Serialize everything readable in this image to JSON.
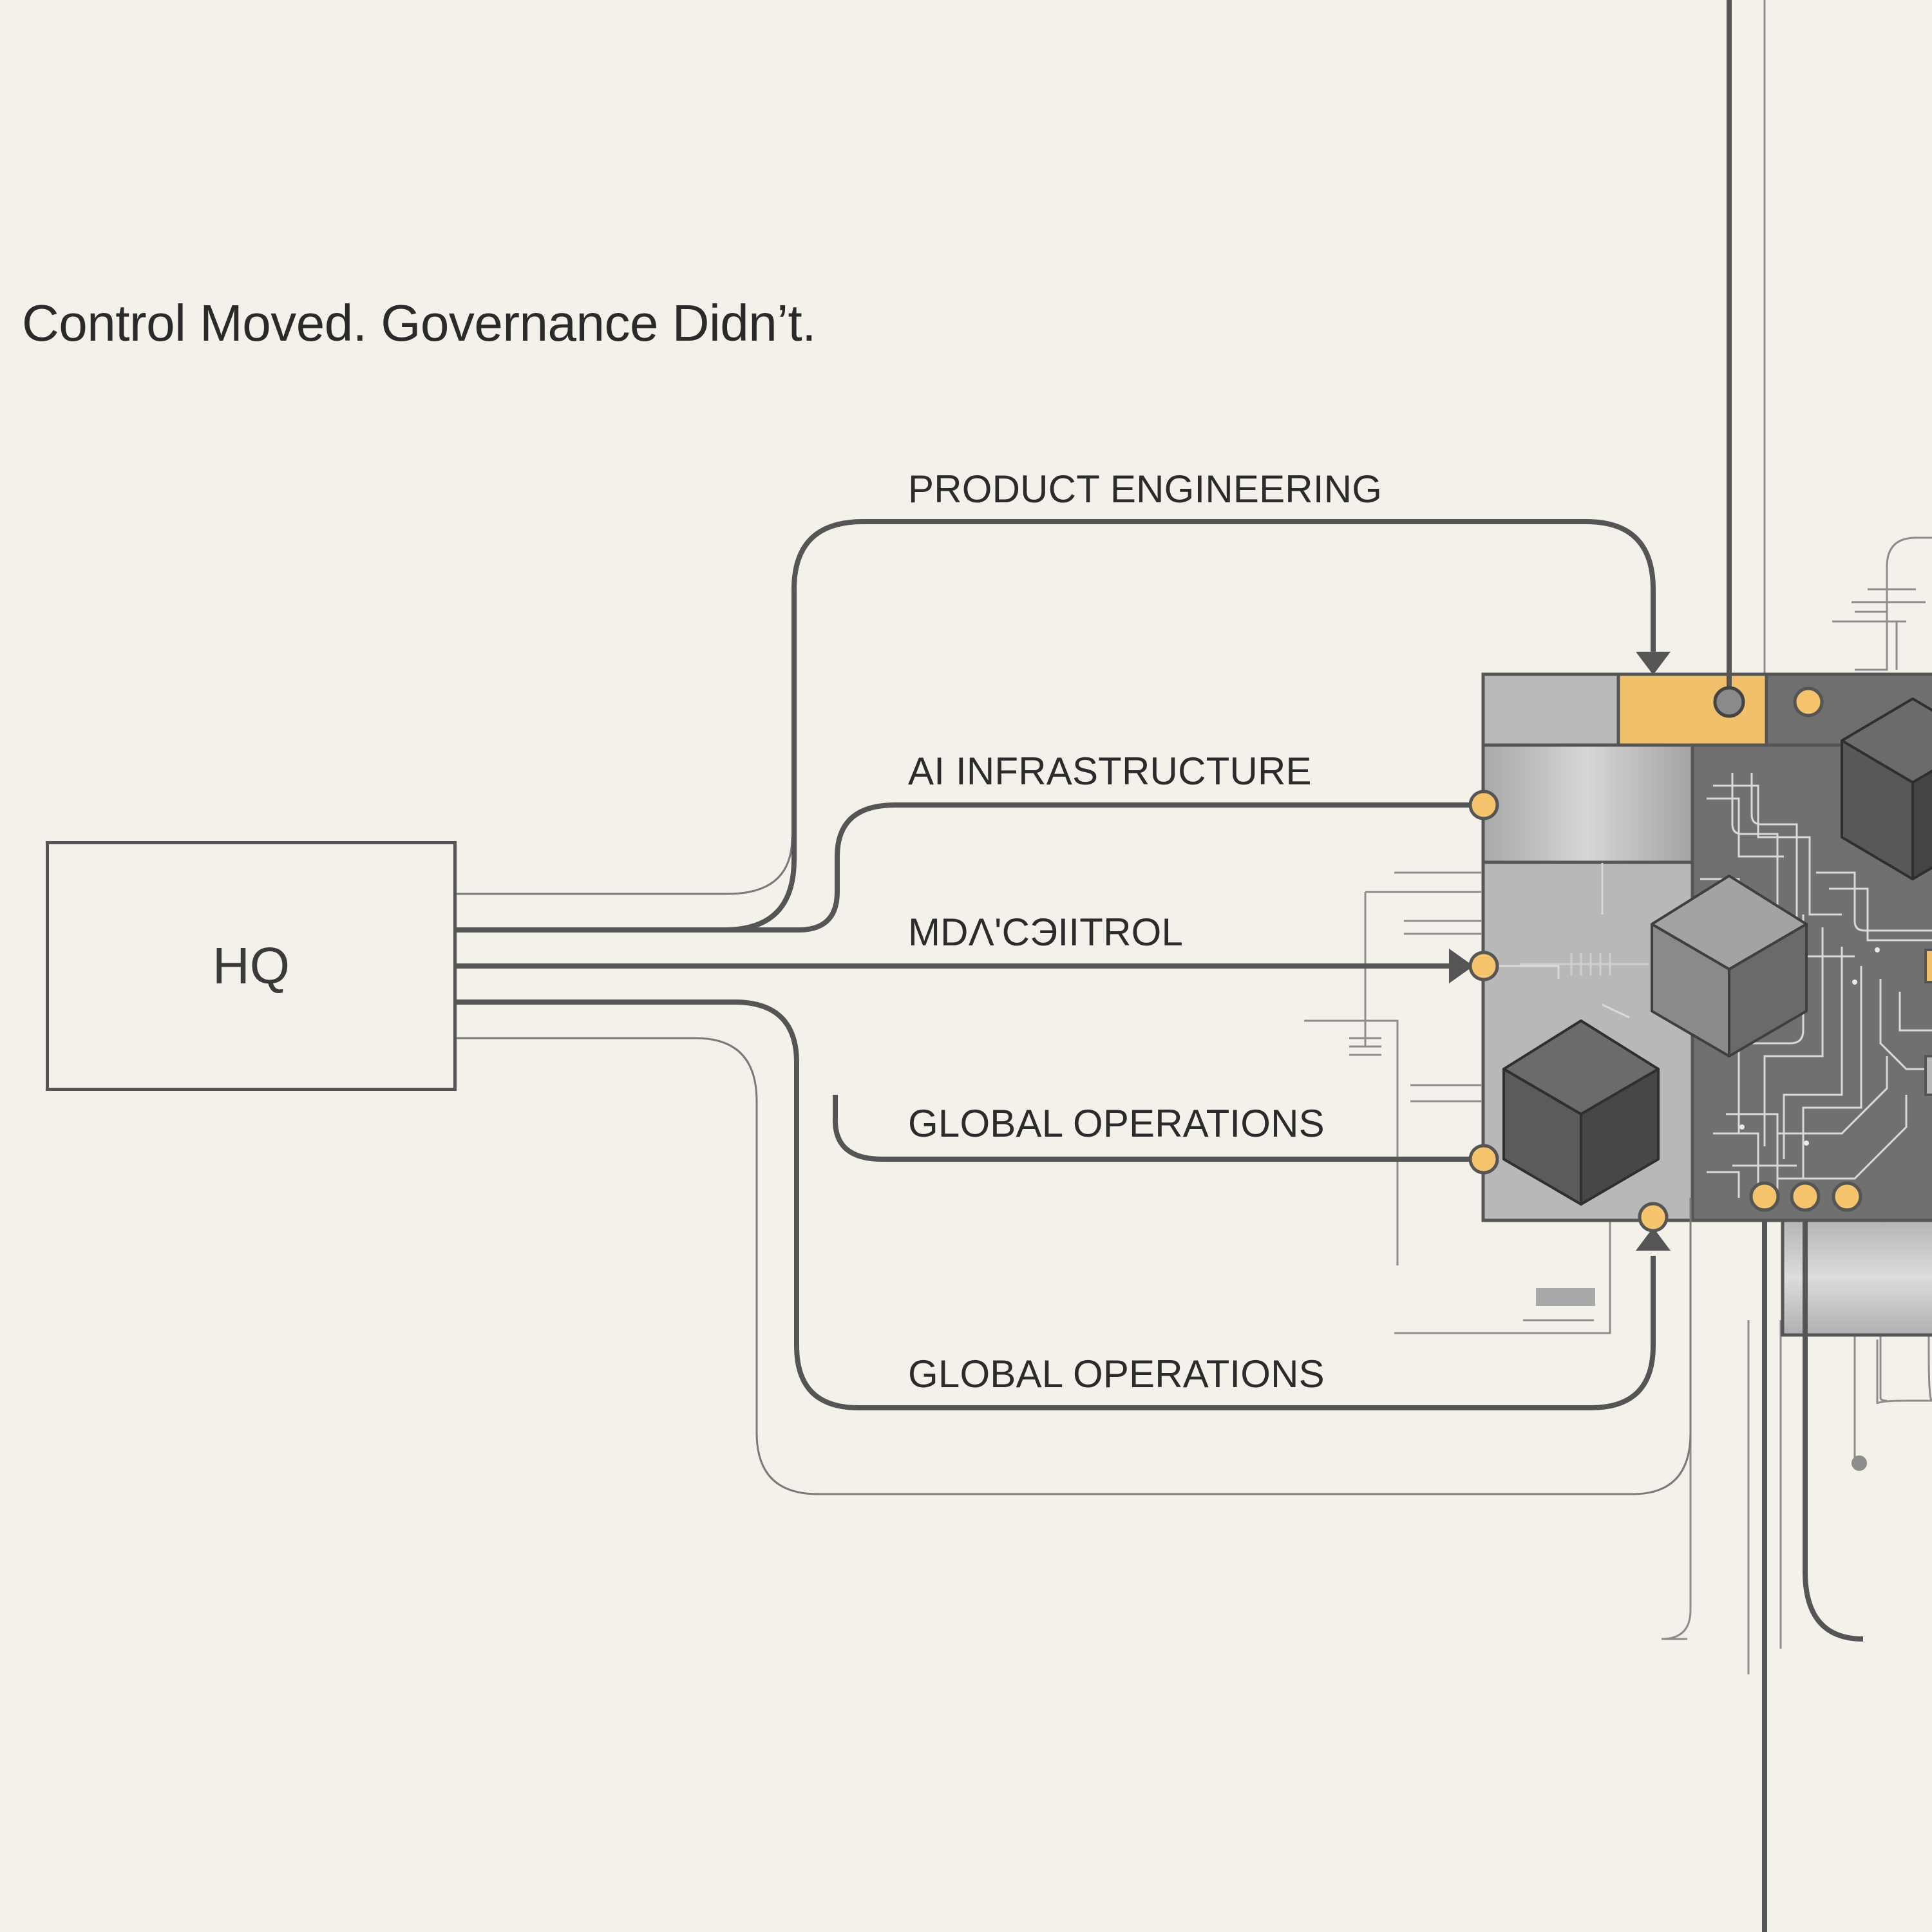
{
  "title": "Control Moved. Governance Didn’t.",
  "hq": {
    "label": "HQ"
  },
  "routes": [
    {
      "label": "PRODUCT ENGINEERING"
    },
    {
      "label": "AI INFRASTRUCTURE"
    },
    {
      "label": "MDΛ'CЭIITROL"
    },
    {
      "label": "GLOBAL OPERATIONS"
    },
    {
      "label": "GLOBAL OPERATIONS"
    }
  ],
  "colors": {
    "background": "#f3f1ea",
    "line": "#555555",
    "thin_line": "#7a7a7a",
    "node_fill": "#f5c46c",
    "accent_block": "#f0c06a",
    "chip_dark": "#6e6e6e",
    "chip_light": "#b8b8b8",
    "cube_dark": "#555555",
    "cube_mid": "#8a8a8a"
  },
  "icons": [
    "arrow-head-icon",
    "connector-node-icon",
    "cube-icon",
    "circuit-trace-icon"
  ]
}
